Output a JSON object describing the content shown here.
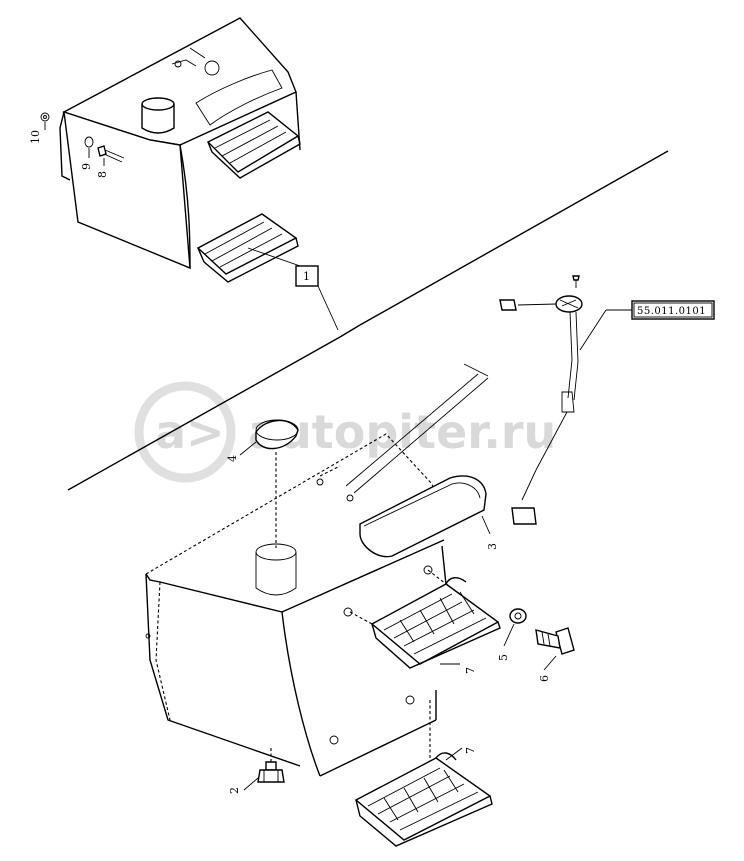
{
  "diagram": {
    "reference_box": "55.011.0101",
    "section_marker": "1",
    "watermark": "autopiter.ru",
    "callouts": {
      "c1": "1",
      "c2": "2",
      "c3": "3",
      "c4": "4",
      "c5": "5",
      "c6": "6",
      "c7a": "7",
      "c7b": "7",
      "c8": "8",
      "c9": "9",
      "c10": "10"
    }
  }
}
